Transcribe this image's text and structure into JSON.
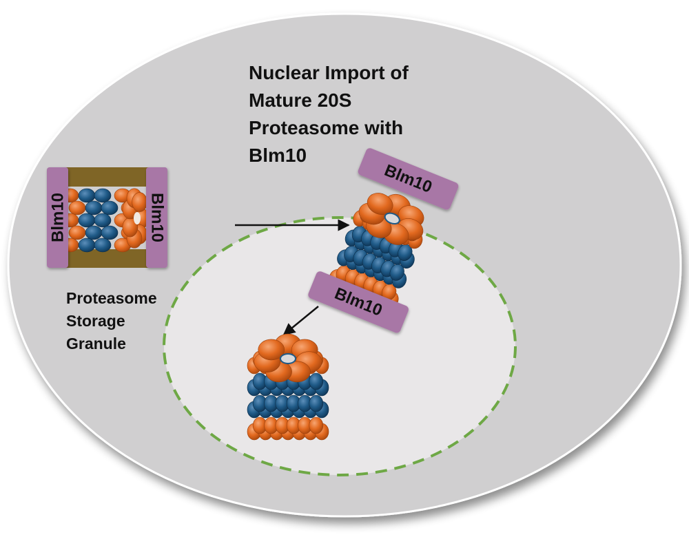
{
  "title": {
    "lines": [
      "Nuclear Import of",
      "Mature 20S",
      "Proteasome with",
      "Blm10"
    ]
  },
  "storage_granule": {
    "lines": [
      "Proteasome",
      "Storage",
      "Granule"
    ],
    "cap_left_label": "Blm10",
    "cap_right_label": "Blm10"
  },
  "nuclear_proteasome": {
    "cap_top_label": "Blm10",
    "cap_bottom_label": "Blm10"
  },
  "colors": {
    "cell": "#d0cfd0",
    "nucleus": "#e9e7e8",
    "nuclear_envelope": "#6ea845",
    "alpha_ring": "#e2691f",
    "beta_ring": "#1f5a87",
    "blm10": "#a877a6",
    "granule_frame": "#7f6526"
  }
}
